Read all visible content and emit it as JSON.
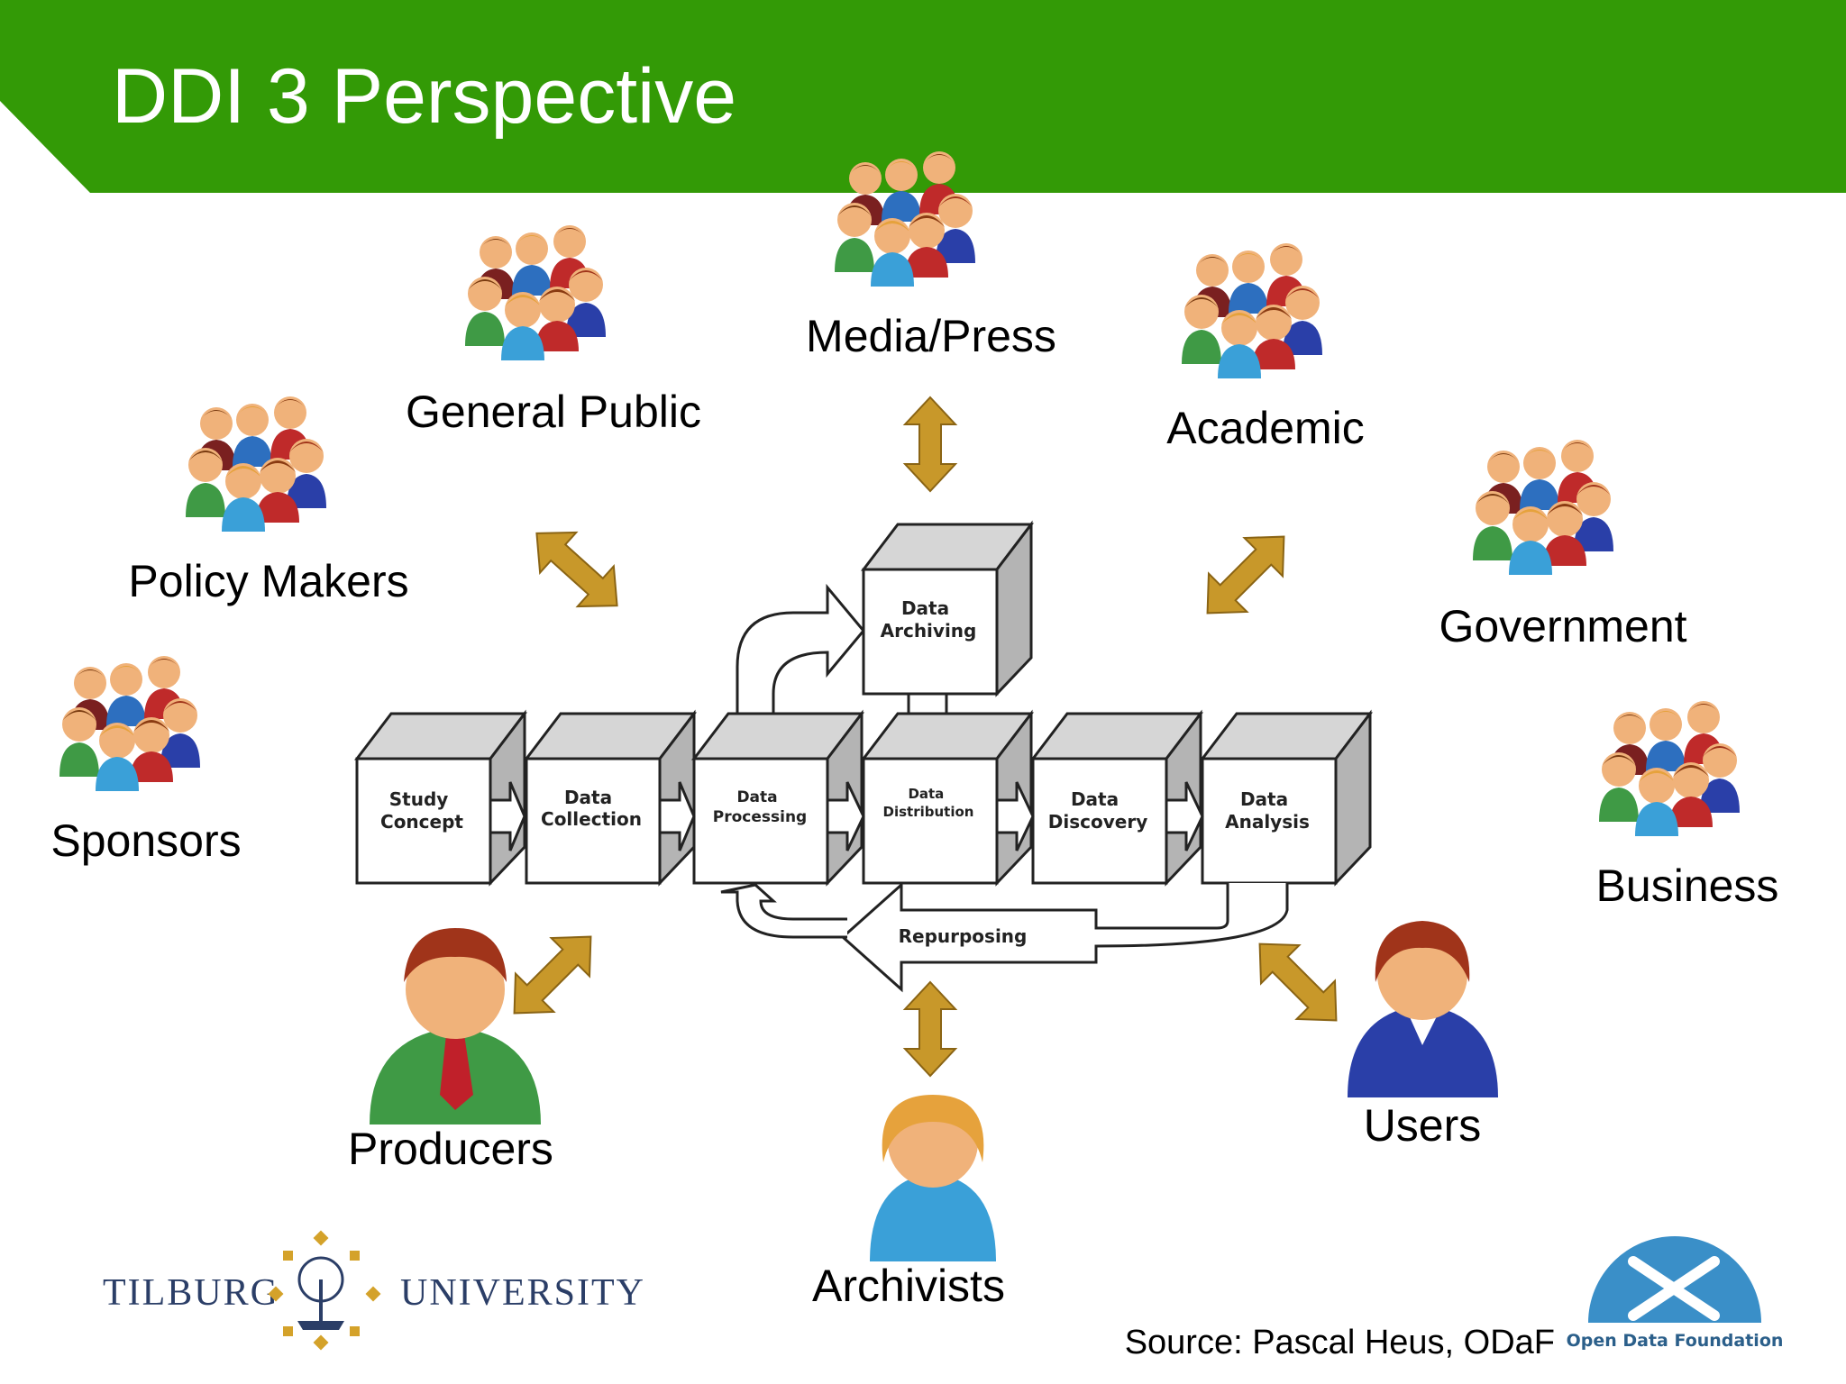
{
  "slide": {
    "title": "DDI 3 Perspective",
    "header_color": "#339a06",
    "arrow_color": "#c8982a",
    "source": "Source: Pascal Heus, ODaF"
  },
  "stakeholders": {
    "media_press": "Media/Press",
    "general_public": "General Public",
    "academic": "Academic",
    "policy_makers": "Policy Makers",
    "government": "Government",
    "sponsors": "Sponsors",
    "business": "Business",
    "producers": "Producers",
    "users": "Users",
    "archivists": "Archivists"
  },
  "lifecycle": {
    "study_concept": [
      "Study",
      "Concept"
    ],
    "data_collection": [
      "Data",
      "Collection"
    ],
    "data_processing": [
      "Data",
      "Processing"
    ],
    "data_distribution": [
      "Data",
      "Distribution"
    ],
    "data_discovery": [
      "Data",
      "Discovery"
    ],
    "data_analysis": [
      "Data",
      "Analysis"
    ],
    "data_archiving": [
      "Data",
      "Archiving"
    ],
    "repurposing": "Repurposing"
  },
  "logos": {
    "tilburg_left": "TILBURG",
    "tilburg_right": "UNIVERSITY",
    "odaf": "Open Data Foundation"
  }
}
